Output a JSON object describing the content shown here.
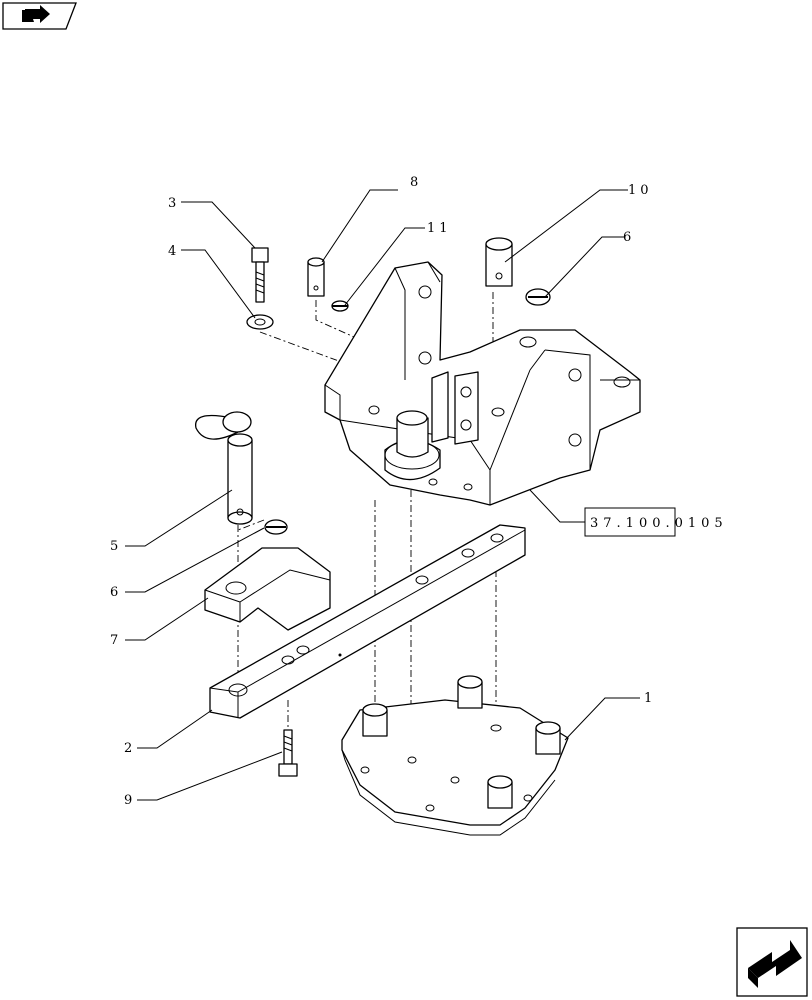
{
  "diagram": {
    "callouts": [
      {
        "id": "c1",
        "text": "1"
      },
      {
        "id": "c2",
        "text": "2"
      },
      {
        "id": "c3",
        "text": "3"
      },
      {
        "id": "c4",
        "text": "4"
      },
      {
        "id": "c5",
        "text": "5"
      },
      {
        "id": "c6a",
        "text": "6"
      },
      {
        "id": "c6b",
        "text": "6"
      },
      {
        "id": "c7",
        "text": "7"
      },
      {
        "id": "c8",
        "text": "8"
      },
      {
        "id": "c9",
        "text": "9"
      },
      {
        "id": "c10",
        "text": "10"
      },
      {
        "id": "c11",
        "text": "11"
      }
    ],
    "reference": "37.100.0105"
  },
  "icons": {
    "top_left": "book-arrow-icon",
    "bottom_right": "next-page-arrow-icon"
  }
}
